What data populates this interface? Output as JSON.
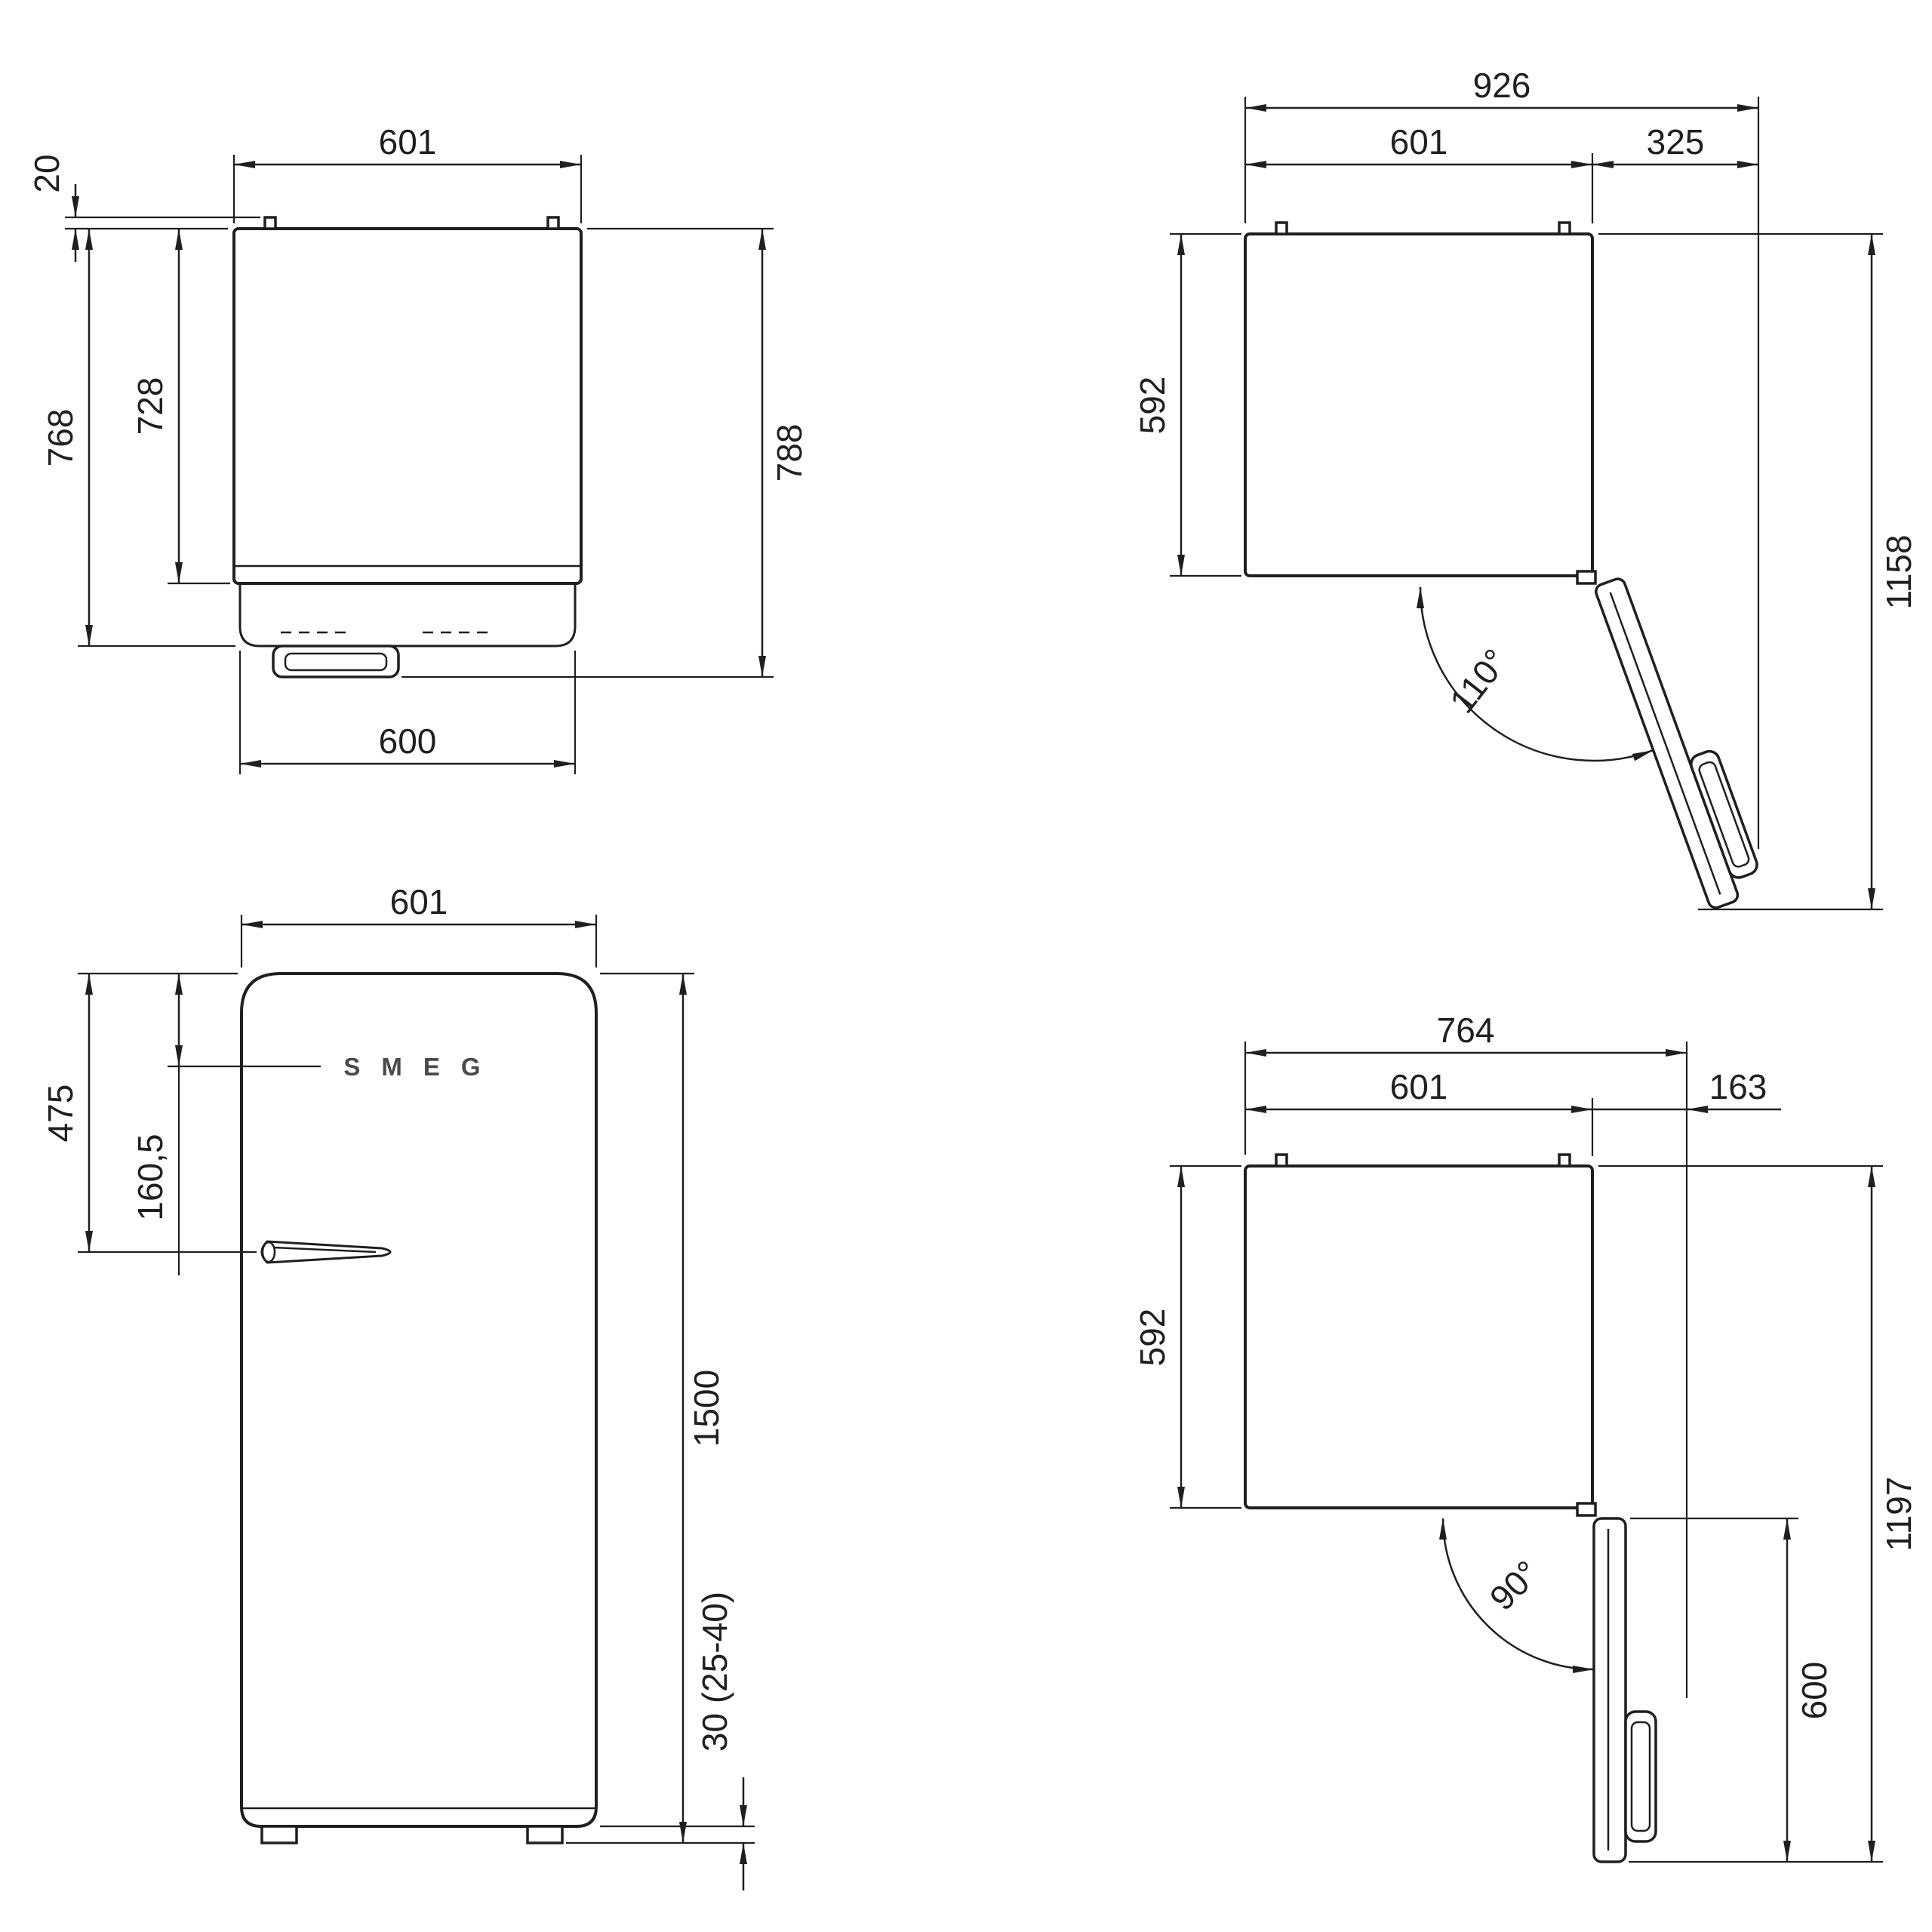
{
  "page": {
    "background": "#ffffff",
    "line_color": "#1f1f1f"
  },
  "diagram": {
    "brand_logo": "SMEG",
    "views": {
      "top_view_closed": {
        "width_top": "601",
        "pin_offset": "20",
        "depth_cabinet": "728",
        "depth_with_door": "768",
        "depth_with_handle": "788",
        "door_width": "600"
      },
      "top_view_open_110": {
        "overall_width": "926",
        "cabinet_width": "601",
        "door_projection": "325",
        "cabinet_depth": "592",
        "overall_depth_door_open": "1158",
        "opening_angle": "110°"
      },
      "front_view": {
        "width": "601",
        "handle_offset_from_top": "475",
        "logo_offset_from_top": "160,5",
        "height": "1500",
        "feet_height": "30 (25-40)"
      },
      "top_view_open_90": {
        "overall_width": "764",
        "cabinet_width": "601",
        "door_projection": "163",
        "cabinet_depth": "592",
        "overall_depth_door_open": "1197",
        "door_length": "600",
        "opening_angle": "90°"
      }
    }
  }
}
